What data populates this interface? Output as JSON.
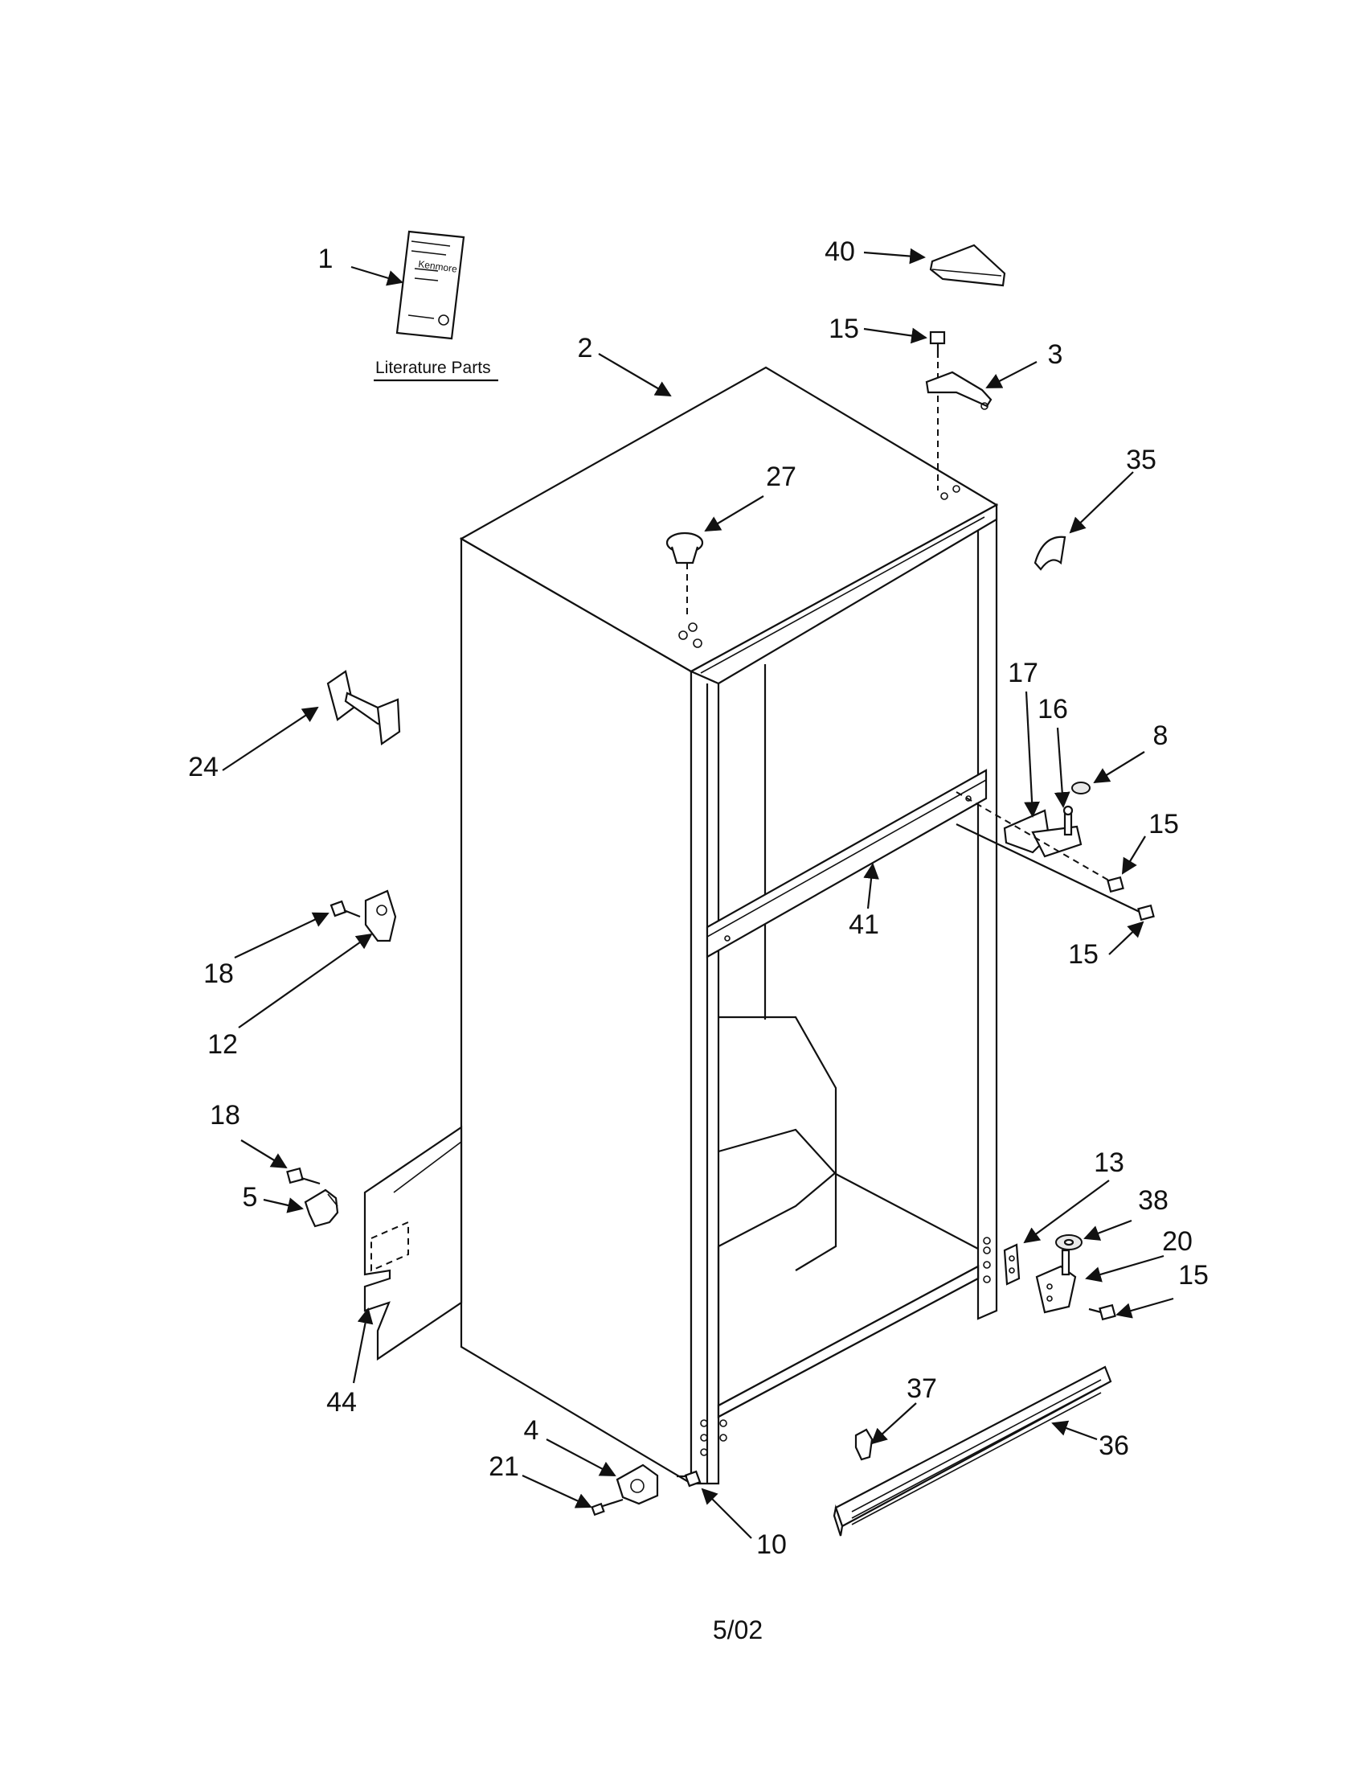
{
  "title": "",
  "literature": {
    "caption": "Literature Parts",
    "booklet_brand": "Kenmore"
  },
  "footer": {
    "date_code": "5/02"
  },
  "callouts": [
    {
      "id": "c1",
      "text": "1"
    },
    {
      "id": "c2",
      "text": "2"
    },
    {
      "id": "c3",
      "text": "3"
    },
    {
      "id": "c4",
      "text": "4"
    },
    {
      "id": "c5",
      "text": "5"
    },
    {
      "id": "c8",
      "text": "8"
    },
    {
      "id": "c10",
      "text": "10"
    },
    {
      "id": "c12",
      "text": "12"
    },
    {
      "id": "c13",
      "text": "13"
    },
    {
      "id": "c15a",
      "text": "15"
    },
    {
      "id": "c15b",
      "text": "15"
    },
    {
      "id": "c15c",
      "text": "15"
    },
    {
      "id": "c15d",
      "text": "15"
    },
    {
      "id": "c16",
      "text": "16"
    },
    {
      "id": "c17",
      "text": "17"
    },
    {
      "id": "c18a",
      "text": "18"
    },
    {
      "id": "c18b",
      "text": "18"
    },
    {
      "id": "c20",
      "text": "20"
    },
    {
      "id": "c21",
      "text": "21"
    },
    {
      "id": "c24",
      "text": "24"
    },
    {
      "id": "c27",
      "text": "27"
    },
    {
      "id": "c35",
      "text": "35"
    },
    {
      "id": "c36",
      "text": "36"
    },
    {
      "id": "c37",
      "text": "37"
    },
    {
      "id": "c38",
      "text": "38"
    },
    {
      "id": "c40",
      "text": "40"
    },
    {
      "id": "c41",
      "text": "41"
    },
    {
      "id": "c44",
      "text": "44"
    }
  ]
}
